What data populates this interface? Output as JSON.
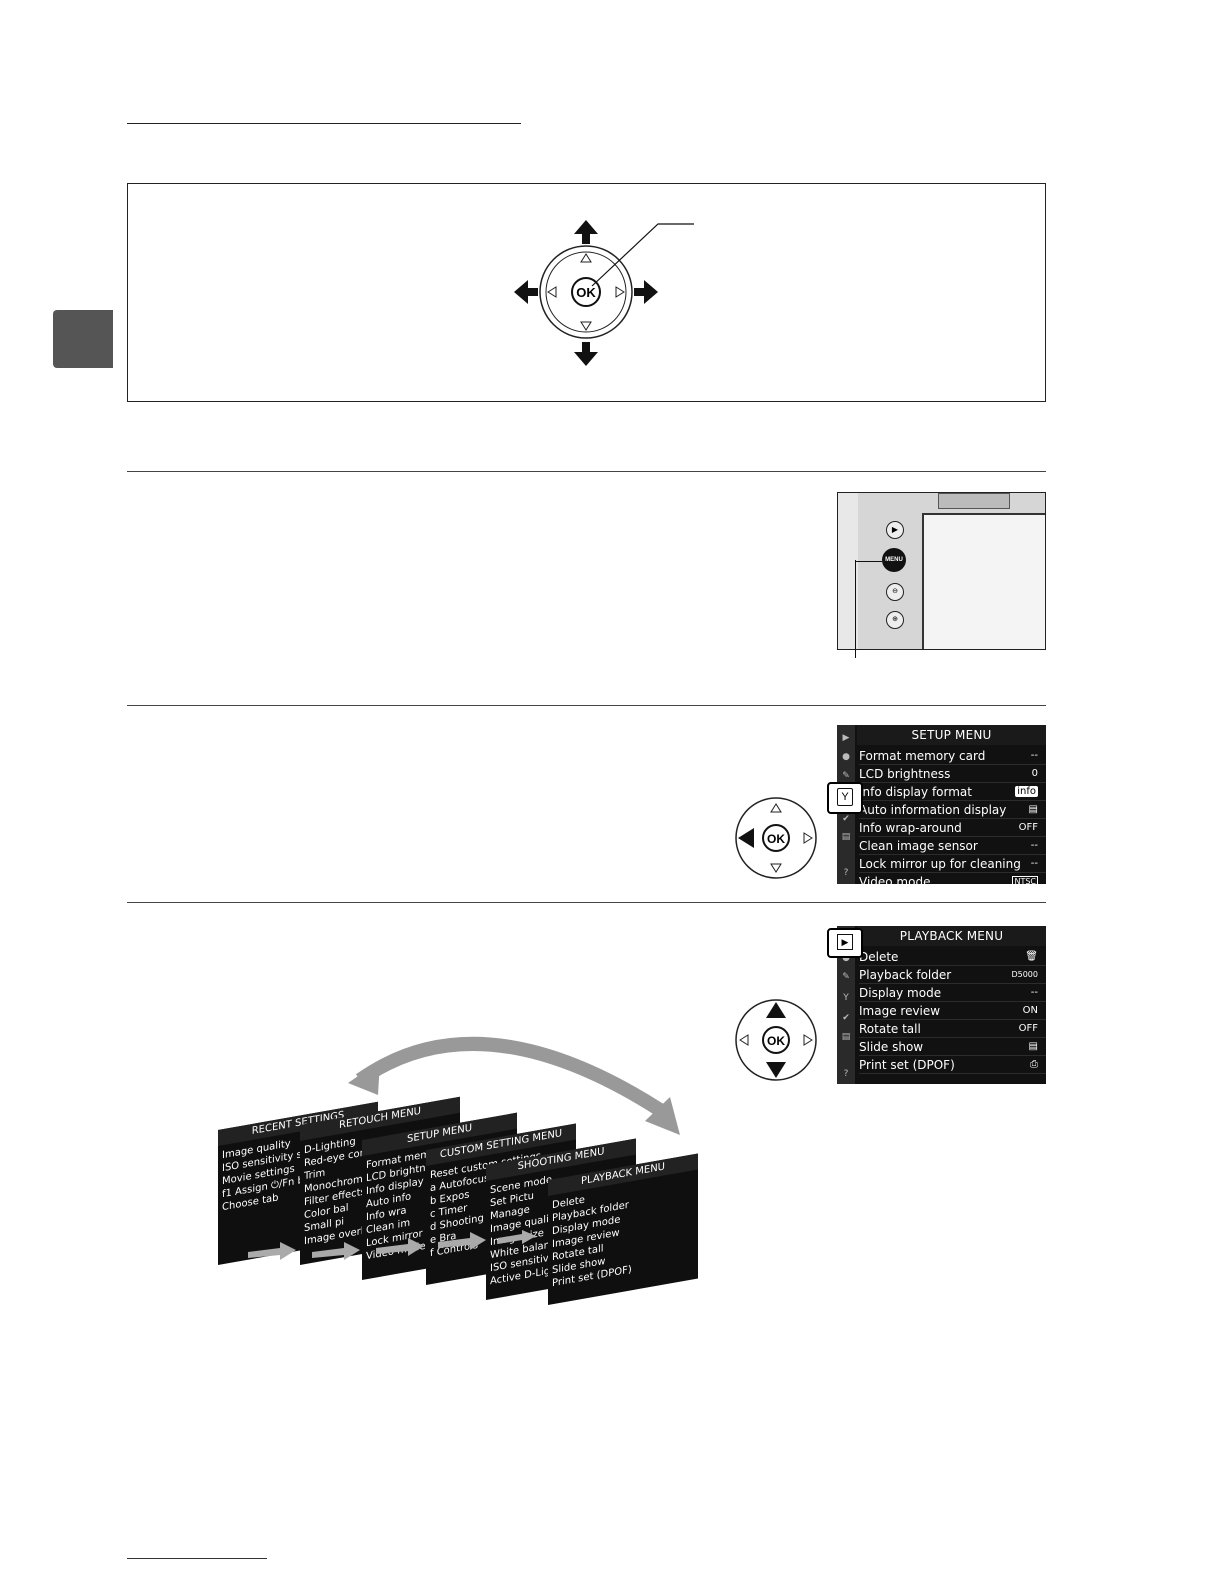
{
  "setup_menu": {
    "title": "SETUP MENU",
    "items": [
      {
        "label": "Format memory card",
        "value": "--"
      },
      {
        "label": "LCD brightness",
        "value": "0"
      },
      {
        "label": "Info display format",
        "value": "info"
      },
      {
        "label": "Auto information display",
        "value": "▤"
      },
      {
        "label": "Info wrap-around",
        "value": "OFF"
      },
      {
        "label": "Clean image sensor",
        "value": "--"
      },
      {
        "label": "Lock mirror up for cleaning",
        "value": "--"
      },
      {
        "label": "Video mode",
        "value": "NTSC"
      }
    ]
  },
  "playback_menu": {
    "title": "PLAYBACK MENU",
    "items": [
      {
        "label": "Delete",
        "value": "🗑"
      },
      {
        "label": "Playback folder",
        "value": "D5000"
      },
      {
        "label": "Display mode",
        "value": "--"
      },
      {
        "label": "Image review",
        "value": "ON"
      },
      {
        "label": "Rotate tall",
        "value": "OFF"
      },
      {
        "label": "Slide show",
        "value": "▤"
      },
      {
        "label": "Print set (DPOF)",
        "value": "⎙"
      }
    ]
  },
  "camera": {
    "menu_button": "MENU",
    "ok_label": "OK"
  },
  "stack": [
    {
      "title": "RECENT SETTINGS",
      "lines": [
        "Image quality",
        "ISO sensitivity settin",
        "Movie settings",
        "f1 Assign ⏻/Fn butt",
        "Choose tab"
      ]
    },
    {
      "title": "RETOUCH MENU",
      "lines": [
        "D-Lighting",
        "Red-eye correc",
        "Trim",
        "Monochrome",
        "Filter effects",
        "Color bal",
        "Small pi",
        "Image overlay"
      ]
    },
    {
      "title": "SETUP MENU",
      "lines": [
        "Format memory card",
        "LCD brightness",
        "Info display for",
        "Auto info",
        "Info wra",
        "Clean im",
        "Lock mirror up",
        "Video mode"
      ]
    },
    {
      "title": "CUSTOM SETTING MENU",
      "lines": [
        "Reset custom settings",
        "a Autofocus",
        "b Expos",
        "c Timer",
        "d Shooting",
        "e Bra",
        "f Controls"
      ]
    },
    {
      "title": "SHOOTING MENU",
      "lines": [
        "Scene mode",
        "Set Pictu",
        "Manage",
        "Image quality",
        "Image size",
        "White balance",
        "ISO sensitivity",
        "Active D-Lighti"
      ]
    },
    {
      "title": "PLAYBACK MENU",
      "lines": [
        "Delete",
        "Playback folder",
        "Display mode",
        "Image review",
        "Rotate tall",
        "Slide show",
        "Print set (DPOF)"
      ]
    }
  ]
}
